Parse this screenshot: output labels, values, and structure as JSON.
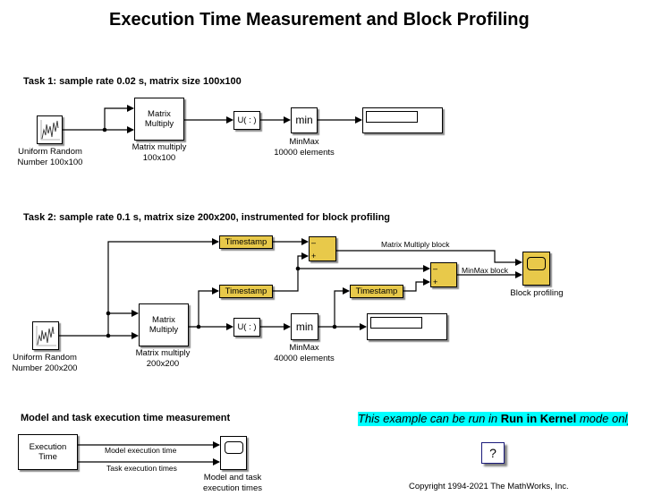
{
  "title": "Execution Time Measurement and Block Profiling",
  "task1": {
    "heading": "Task 1: sample rate 0.02 s, matrix size 100x100",
    "source": {
      "label_line1": "Uniform Random",
      "label_line2": "Number 100x100",
      "icon": "random-signal-icon"
    },
    "matmul": {
      "text_line1": "Matrix",
      "text_line2": "Multiply",
      "label_line1": "Matrix multiply",
      "label_line2": "100x100"
    },
    "reshape": {
      "text": "U( : )"
    },
    "minmax": {
      "text": "min",
      "label_line1": "MinMax",
      "label_line2": "10000 elements"
    },
    "display": {
      "value": ""
    }
  },
  "task2": {
    "heading": "Task 2: sample rate 0.1 s, matrix size 200x200, instrumented for block profiling",
    "source": {
      "label_line1": "Uniform Random",
      "label_line2": "Number 200x200",
      "icon": "random-signal-icon"
    },
    "matmul": {
      "text_line1": "Matrix",
      "text_line2": "Multiply",
      "label_line1": "Matrix multiply",
      "label_line2": "200x200"
    },
    "reshape": {
      "text": "U( : )"
    },
    "minmax": {
      "text": "min",
      "label_line1": "MinMax",
      "label_line2": "40000 elements"
    },
    "timestamps": [
      "Timestamp",
      "Timestamp",
      "Timestamp"
    ],
    "sum_signs": {
      "minus": "–",
      "plus": "+"
    },
    "signal_matmul": "Matrix Multiply block",
    "signal_minmax": "MinMax block",
    "scope_label": "Block profiling",
    "display": {
      "value": ""
    }
  },
  "task3": {
    "heading": "Model and task execution time measurement",
    "exec_block": {
      "text_line1": "Execution",
      "text_line2": "Time"
    },
    "signal_model": "Model execution time",
    "signal_task": "Task execution times",
    "scope_label_line1": "Model and task",
    "scope_label_line2": "execution times"
  },
  "note": {
    "prefix": "This example can be run in ",
    "bold": "Run in Kernel",
    "suffix": " mode only",
    "bg_color": "#00ffff"
  },
  "help_button": {
    "label": "?"
  },
  "copyright": "Copyright 1994-2021 The MathWorks, Inc.",
  "colors": {
    "instrument_block": "#e8c94a"
  }
}
